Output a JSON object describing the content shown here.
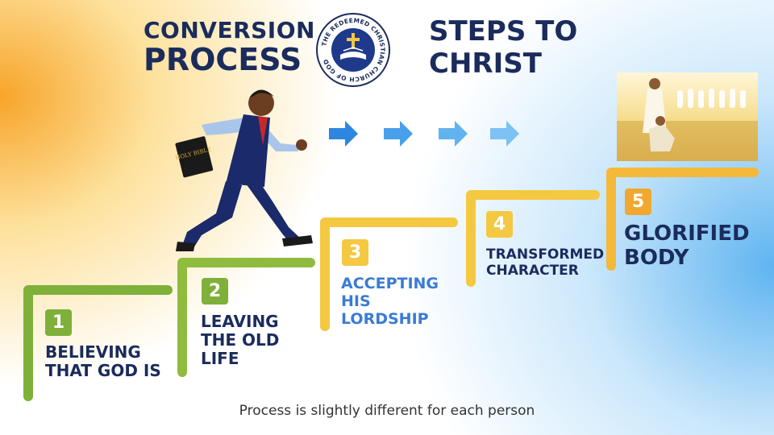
{
  "title_left": {
    "line1": "CONVERSION",
    "line2": "PROCESS"
  },
  "title_right": {
    "line1": "STEPS TO",
    "line2": "CHRIST"
  },
  "logo": {
    "ring_text": "THE REDEEMED CHRISTIAN CHURCH OF GOD",
    "icon": "cross-dove-open-book-icon"
  },
  "bible_cover_text": "HOLY BIBLE",
  "arrow_icons": [
    "arrow-right-icon",
    "arrow-right-icon",
    "arrow-right-icon",
    "arrow-right-icon"
  ],
  "steps": [
    {
      "number": "1",
      "lines": [
        "BELIEVING",
        "THAT GOD IS"
      ]
    },
    {
      "number": "2",
      "lines": [
        "LEAVING",
        "THE OLD",
        "LIFE"
      ]
    },
    {
      "number": "3",
      "lines": [
        "ACCEPTING",
        "HIS",
        "LORDSHIP"
      ]
    },
    {
      "number": "4",
      "lines": [
        "TRANSFORMED",
        "CHARACTER"
      ]
    },
    {
      "number": "5",
      "lines": [
        "GLORIFIED",
        "BODY"
      ]
    }
  ],
  "footnote": "Process is slightly different for each person",
  "colors": {
    "navy": "#1a2b5c",
    "green": "#7fb03a",
    "yellow": "#f5c842",
    "orange": "#f0a830",
    "blue": "#3a7bd5",
    "arrow_blue": "#3d8ee0"
  }
}
